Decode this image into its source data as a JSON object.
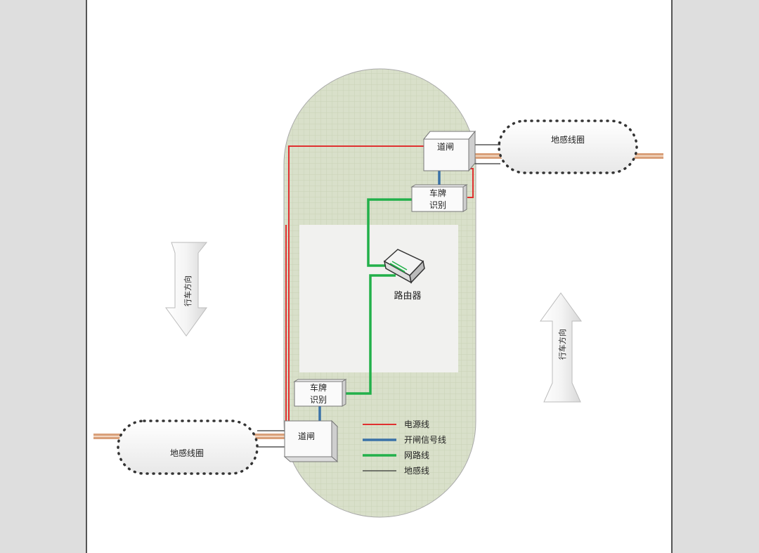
{
  "diagram": {
    "gate_top": "道闸",
    "gate_bottom": "道闸",
    "plate_top": [
      "车牌",
      "识别"
    ],
    "plate_bottom": [
      "车牌",
      "识别"
    ],
    "router": "路由器",
    "loop_top": "地感线圈",
    "loop_bottom": "地感线圈",
    "direction_left": "行车方向",
    "direction_right": "行车方向"
  },
  "legend": [
    {
      "label": "电源线",
      "color": "#e03030"
    },
    {
      "label": "开闸信号线",
      "color": "#3a72a8"
    },
    {
      "label": "网路线",
      "color": "#22b04a"
    },
    {
      "label": "地感线",
      "color": "#333333"
    }
  ],
  "colors": {
    "road_side": "#dcdcdc",
    "island": "#d8e0c8",
    "power": "#e03030",
    "signal": "#3a72a8",
    "network": "#22b04a",
    "loop_wire": "#333333"
  }
}
